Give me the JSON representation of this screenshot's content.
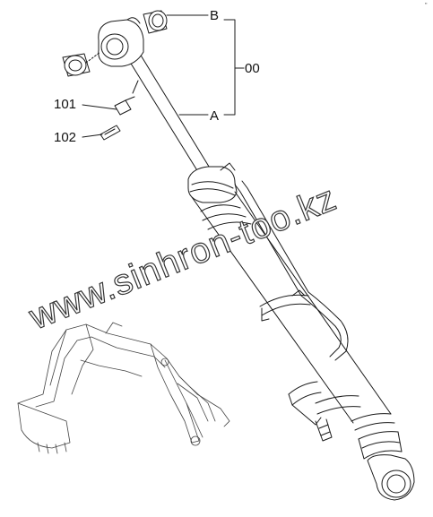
{
  "labels": {
    "b": "B",
    "a": "A",
    "assembly": "00",
    "part_101": "101",
    "part_102": "102"
  },
  "watermark": "www.sinhron-too.kz",
  "corner_mark": "\"",
  "colors": {
    "line": "#1a1a1a",
    "fill": "#ffffff"
  }
}
